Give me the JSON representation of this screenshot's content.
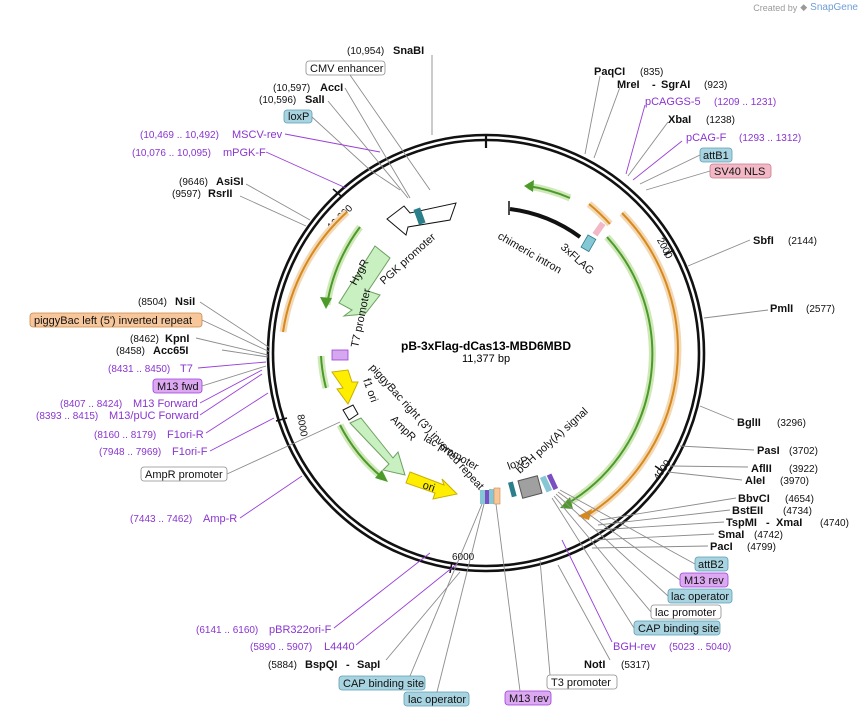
{
  "credit": {
    "prefix": "Created by",
    "brand": "SnapGene"
  },
  "plasmid": {
    "name": "pB-3xFlag-dCas13-MBD6MBD",
    "size": "11,377 bp"
  },
  "ticks": [
    "2000",
    "4000",
    "6000",
    "8000",
    "10,000"
  ],
  "sites_left": [
    {
      "range": "(10,954)",
      "name": "SnaBI"
    },
    {
      "range": "(10,597)",
      "name": "AccI"
    },
    {
      "range": "(10,596)",
      "name": "SalI"
    },
    {
      "range": "(9646)",
      "name": "AsiSI"
    },
    {
      "range": "(9597)",
      "name": "RsrII"
    },
    {
      "range": "(8504)",
      "name": "NsiI"
    },
    {
      "range": "(8462)",
      "name": "KpnI"
    },
    {
      "range": "(8458)",
      "name": "Acc65I"
    },
    {
      "range": "(5884)",
      "name": "BspQI",
      "name2": "SapI"
    }
  ],
  "sites_right": [
    {
      "name": "PaqCI",
      "range": "(835)"
    },
    {
      "name": "MreI",
      "name2": "SgrAI",
      "range": "(923)"
    },
    {
      "name": "XbaI",
      "range": "(1238)"
    },
    {
      "name": "SbfI",
      "range": "(2144)"
    },
    {
      "name": "PmlI",
      "range": "(2577)"
    },
    {
      "name": "BglII",
      "range": "(3296)"
    },
    {
      "name": "PasI",
      "range": "(3702)"
    },
    {
      "name": "AflII",
      "range": "(3922)"
    },
    {
      "name": "AleI",
      "range": "(3970)"
    },
    {
      "name": "BbvCI",
      "range": "(4654)"
    },
    {
      "name": "BstEII",
      "range": "(4734)"
    },
    {
      "name": "TspMI",
      "name2": "XmaI",
      "range": "(4740)"
    },
    {
      "name": "SmaI",
      "range": "(4742)"
    },
    {
      "name": "PacI",
      "range": "(4799)"
    },
    {
      "name": "NotI",
      "range": "(5317)"
    }
  ],
  "primers": [
    {
      "range": "(10,469 .. 10,492)",
      "name": "MSCV-rev"
    },
    {
      "range": "(10,076 .. 10,095)",
      "name": "mPGK-F"
    },
    {
      "range": "(8431 .. 8450)",
      "name": "T7"
    },
    {
      "range": "(8407 .. 8424)",
      "name": "M13 Forward"
    },
    {
      "range": "(8393 .. 8415)",
      "name": "M13/pUC Forward"
    },
    {
      "range": "(8160 .. 8179)",
      "name": "F1ori-R"
    },
    {
      "range": "(7948 .. 7969)",
      "name": "F1ori-F"
    },
    {
      "range": "(7443 .. 7462)",
      "name": "Amp-R"
    },
    {
      "range": "(6141 .. 6160)",
      "name": "pBR322ori-F"
    },
    {
      "range": "(5890 .. 5907)",
      "name": "L4440"
    },
    {
      "name": "pCAGGS-5",
      "range": "(1209 .. 1231)"
    },
    {
      "name": "pCAG-F",
      "range": "(1293 .. 1312)"
    },
    {
      "name": "BGH-rev",
      "range": "(5023 .. 5040)"
    }
  ],
  "boxed_labels": [
    {
      "text": "CMV enhancer",
      "kind": "white"
    },
    {
      "text": "loxP",
      "kind": "blue"
    },
    {
      "text": "piggyBac left (5') inverted repeat",
      "kind": "orange"
    },
    {
      "text": "M13 fwd",
      "kind": "purple"
    },
    {
      "text": "AmpR promoter",
      "kind": "white"
    },
    {
      "text": "attB1",
      "kind": "blue"
    },
    {
      "text": "SV40 NLS",
      "kind": "pink"
    },
    {
      "text": "attB2",
      "kind": "blue"
    },
    {
      "text": "M13 rev",
      "kind": "purple"
    },
    {
      "text": "lac operator",
      "kind": "blue"
    },
    {
      "text": "lac promoter",
      "kind": "white"
    },
    {
      "text": "CAP binding site",
      "kind": "blue"
    },
    {
      "text": "T3 promoter",
      "kind": "white"
    },
    {
      "text": "M13 rev",
      "kind": "purple"
    },
    {
      "text": "lac operator",
      "kind": "blue"
    },
    {
      "text": "CAP binding site",
      "kind": "blue"
    }
  ],
  "inner_labels": [
    "chimeric intron",
    "3xFLAG",
    "PGK promoter",
    "HygR",
    "T7 promoter",
    "f1 ori",
    "piggyBac right (3') inverted repeat",
    "AmpR",
    "lac promoter",
    "ori",
    "loxP",
    "bGH poly(A) signal"
  ],
  "colors": {
    "ring": "#111111",
    "primer": "#8a35d0",
    "blue_box": "#a8d3e0",
    "orange_box": "#f7c79b",
    "purple_box": "#dca8f2",
    "pink_box": "#f2b8c6",
    "green_arrow": "#4c9a2a",
    "orange_arc": "#e8a24a",
    "yellow_arrow": "#ffee00"
  }
}
